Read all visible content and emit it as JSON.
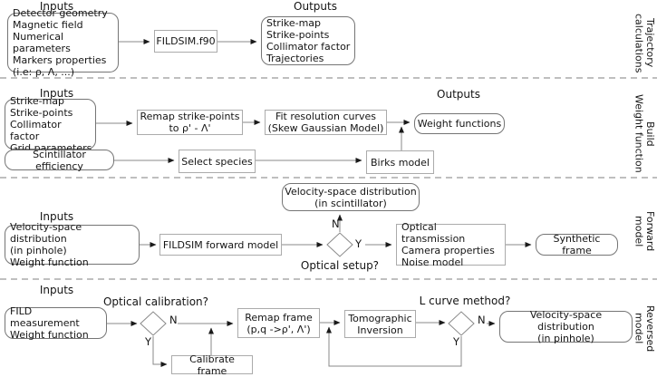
{
  "s1": {
    "side_label": [
      "Trajectory",
      "calculations"
    ],
    "inputs_label": "Inputs",
    "outputs_label": "Outputs",
    "input_box": [
      "Detector geometry",
      "Magnetic field",
      "Numerical parameters",
      "Markers properties",
      "(i.e: ρ, Λ, ...)"
    ],
    "process_box": "FILDSIM.f90",
    "output_box": [
      "Strike-map",
      "Strike-points",
      "Collimator factor",
      "Trajectories"
    ]
  },
  "s2": {
    "side_label": [
      "Build",
      "Weight function"
    ],
    "inputs_label": "Inputs",
    "outputs_label": "Outputs",
    "input_box": [
      "Strike-map",
      "Strike-points",
      "Collimator factor",
      "Grid parameters"
    ],
    "remap_box": [
      "Remap strike-points",
      "to ρ' - Λ'"
    ],
    "fit_box": [
      "Fit resolution curves",
      "(Skew Gaussian Model)"
    ],
    "weight_box": "Weight functions",
    "scint_box": "Scintillator efficiency",
    "select_box": "Select species",
    "birks_box": "Birks model"
  },
  "s3": {
    "side_label": [
      "Forward",
      "model"
    ],
    "inputs_label": "Inputs",
    "input_box": [
      "Velocity-space distribution",
      "(in pinhole)",
      "Weight function"
    ],
    "fildsim_box": "FILDSIM forward model",
    "scint_out_box": [
      "Velocity-space distribution",
      "(in scintillator)"
    ],
    "decision_label": "Optical setup?",
    "no": "N",
    "yes": "Y",
    "optical_box": [
      "Optical transmission",
      "Camera properties",
      "Noise model"
    ],
    "synthetic_box": "Synthetic frame"
  },
  "s4": {
    "side_label": [
      "Reversed",
      "model"
    ],
    "inputs_label": "Inputs",
    "input_box": [
      "FILD measurement",
      "Weight function"
    ],
    "calib_question": "Optical calibration?",
    "lcurve_question": "L curve method?",
    "no": "N",
    "yes": "Y",
    "remap_box": [
      "Remap frame",
      "(p,q ->ρ', Λ')"
    ],
    "calibrate_box": "Calibrate frame",
    "tomographic_box": [
      "Tomographic",
      "Inversion"
    ],
    "vpd_box": [
      "Velocity-space distribution",
      "(in pinhole)"
    ]
  },
  "colors": {
    "line": "#888888",
    "arrowhead": "#1a1a1a",
    "divider": "#999999",
    "rounded_border": "#757575",
    "square_border": "#ababab"
  }
}
